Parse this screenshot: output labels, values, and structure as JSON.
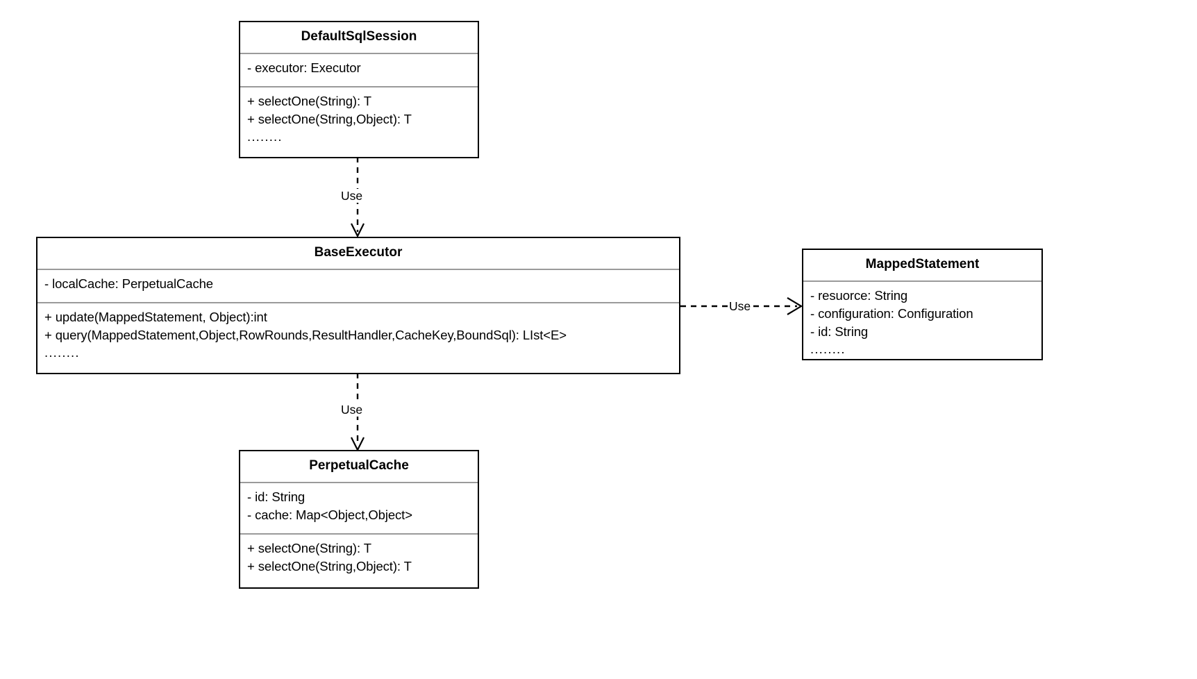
{
  "diagram": {
    "type": "uml-class-diagram",
    "background": "#ffffff",
    "line_color": "#000000",
    "separator_color": "#9a9a9a"
  },
  "classes": {
    "default_sql_session": {
      "name": "DefaultSqlSession",
      "attributes": [
        "- executor: Executor"
      ],
      "methods": [
        "+ selectOne(String): T",
        "+ selectOne(String,Object): T",
        "........"
      ]
    },
    "base_executor": {
      "name": "BaseExecutor",
      "attributes": [
        "- localCache: PerpetualCache"
      ],
      "methods": [
        "+ update(MappedStatement, Object):int",
        "+ query(MappedStatement,Object,RowRounds,ResultHandler,CacheKey,BoundSql): LIst<E>",
        "........"
      ]
    },
    "mapped_statement": {
      "name": "MappedStatement",
      "attributes": [
        "- resuorce: String",
        "- configuration: Configuration",
        "- id: String",
        "........"
      ],
      "methods": []
    },
    "perpetual_cache": {
      "name": "PerpetualCache",
      "attributes": [
        "- id: String",
        "- cache: Map<Object,Object>"
      ],
      "methods": [
        "+ selectOne(String): T",
        "+ selectOne(String,Object): T"
      ]
    }
  },
  "edges": [
    {
      "id": "session-to-executor",
      "label": "Use",
      "from": "DefaultSqlSession",
      "to": "BaseExecutor",
      "style": "dashed",
      "arrow": "open"
    },
    {
      "id": "executor-to-mappedstatement",
      "label": "Use",
      "from": "BaseExecutor",
      "to": "MappedStatement",
      "style": "dashed",
      "arrow": "open"
    },
    {
      "id": "executor-to-cache",
      "label": "Use",
      "from": "BaseExecutor",
      "to": "PerpetualCache",
      "style": "dashed",
      "arrow": "open"
    }
  ]
}
